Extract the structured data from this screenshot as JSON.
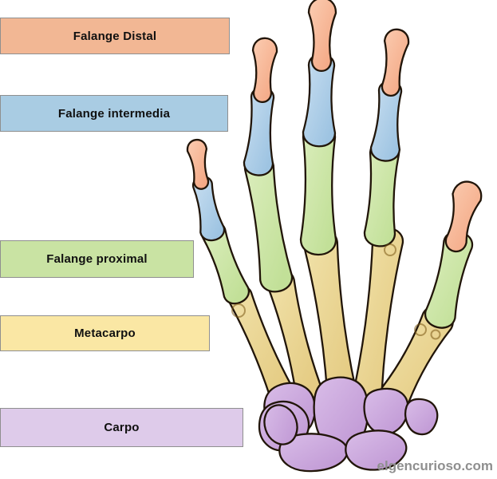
{
  "page": {
    "background": "#ffffff",
    "watermark": {
      "text": "elgencurioso.com",
      "color": "#8f8f8f"
    }
  },
  "diagram": {
    "subject": "hand-skeleton-bones",
    "labels": [
      {
        "id": "falange-distal",
        "text": "Falange Distal",
        "fill": "#F2B794",
        "border": "#8f8f8f"
      },
      {
        "id": "falange-intermedia",
        "text": "Falange intermedia",
        "fill": "#A9CCE3",
        "border": "#8f8f8f"
      },
      {
        "id": "falange-proximal",
        "text": "Falange proximal",
        "fill": "#C9E3A3",
        "border": "#8f8f8f"
      },
      {
        "id": "metacarpo",
        "text": "Metacarpo",
        "fill": "#FAE7A4",
        "border": "#8f8f8f"
      },
      {
        "id": "carpo",
        "text": "Carpo",
        "fill": "#DECBEA",
        "border": "#8f8f8f"
      }
    ],
    "bone_palette": {
      "distal": {
        "fill": "#F4A986",
        "light": "#FBCDB2"
      },
      "intermedia": {
        "fill": "#9EC4E2",
        "light": "#C9DFF1"
      },
      "proximal": {
        "fill": "#C2E098",
        "light": "#DCEEBE"
      },
      "metacarpo": {
        "fill": "#E5CC84",
        "light": "#F1E2AA"
      },
      "carpo": {
        "fill": "#C29BD6",
        "light": "#D9BDE8"
      }
    },
    "outline_color": "#211509"
  }
}
